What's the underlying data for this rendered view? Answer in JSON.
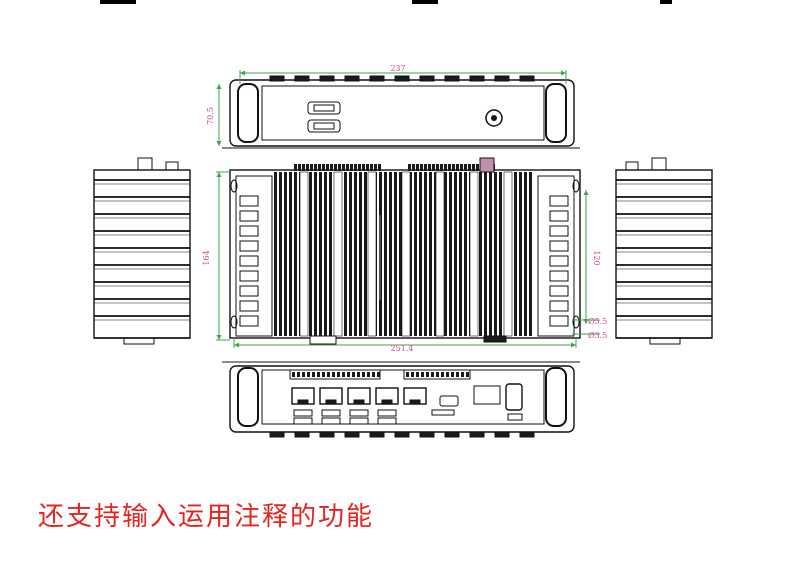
{
  "drawing": {
    "dimensions": {
      "top_width": "237",
      "top_height": "70.5",
      "front_height": "164",
      "front_inner_height": "120",
      "front_width": "251.4",
      "hole_large": "Ø5.5",
      "hole_small": "Ø3.5"
    },
    "colors": {
      "dimension_line": "#3aa64a",
      "dimension_text": "#d04a9a",
      "outline": "#111111",
      "fins": "#1a1a1a"
    }
  },
  "caption": {
    "text": "还支持输入运用注释的功能",
    "color": "#e8231f"
  }
}
